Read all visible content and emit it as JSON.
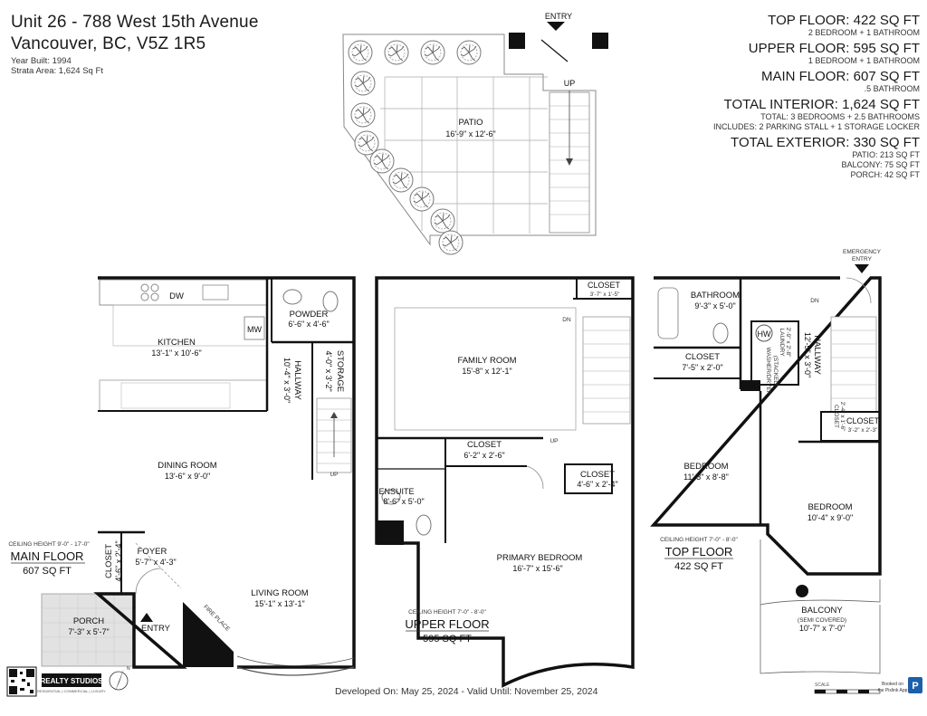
{
  "header": {
    "address_line1": "Unit 26 - 788 West 15th Avenue",
    "address_line2": "Vancouver, BC, V5Z 1R5",
    "year_built": "Year Built: 1994",
    "strata_area": "Strata Area: 1,624 Sq Ft"
  },
  "summary": {
    "top_floor": "TOP FLOOR: 422 SQ FT",
    "top_floor_sub": "2 BEDROOM + 1 BATHROOM",
    "upper_floor": "UPPER FLOOR: 595 SQ FT",
    "upper_floor_sub": "1 BEDROOM + 1 BATHROOM",
    "main_floor": "MAIN FLOOR: 607 SQ FT",
    "main_floor_sub": ".5 BATHROOM",
    "total_interior": "TOTAL INTERIOR: 1,624 SQ FT",
    "total_interior_sub1": "TOTAL: 3 BEDROOMS + 2.5 BATHROOMS",
    "total_interior_sub2": "INCLUDES: 2 PARKING STALL + 1 STORAGE LOCKER",
    "total_exterior": "TOTAL EXTERIOR: 330 SQ FT",
    "patio_sq": "PATIO: 213 SQ FT",
    "balcony_sq": "BALCONY: 75 SQ FT",
    "porch_sq": "PORCH: 42 SQ FT"
  },
  "patio_plan": {
    "entry": "ENTRY",
    "up": "UP",
    "patio_name": "PATIO",
    "patio_dim": "16'-9\" x 12'-6\""
  },
  "main_floor": {
    "kitchen": "KITCHEN",
    "kitchen_dim": "13'-1\" x 10'-6\"",
    "dw": "DW",
    "mw": "MW",
    "powder": "POWDER",
    "powder_dim": "6'-6\" x 4'-6\"",
    "storage": "STORAGE",
    "storage_dim": "4'-0\" x 3'-2\"",
    "hallway": "HALLWAY",
    "hallway_dim": "10'-4\" x 3'-0\"",
    "dining": "DINING ROOM",
    "dining_dim": "13'-6\" x 9'-0\"",
    "closet": "CLOSET",
    "closet_dim": "4'-6\" x 2'-4\"",
    "foyer": "FOYER",
    "foyer_dim": "5'-7\" x 4'-3\"",
    "living": "LIVING ROOM",
    "living_dim": "15'-1\" x 13'-1\"",
    "porch": "PORCH",
    "porch_dim": "7'-3\" x 5'-7\"",
    "entry": "ENTRY",
    "fireplace": "FIRE PLACE",
    "up": "UP",
    "ceiling": "CEILING HEIGHT 9'-0\" - 17'-0\"",
    "floor_name": "MAIN FLOOR",
    "floor_sq": "607 SQ FT"
  },
  "upper_floor": {
    "closet_a": "CLOSET",
    "closet_a_dim": "3'-7\" x 1'-5\"",
    "family": "FAMILY ROOM",
    "family_dim": "15'-8\" x 12'-1\"",
    "dn": "DN",
    "up": "UP",
    "closet_b": "CLOSET",
    "closet_b_dim": "6'-2\" x 2'-6\"",
    "closet_c": "CLOSET",
    "closet_c_dim": "4'-6\" x 2'-4\"",
    "ensuite": "ENSUITE",
    "ensuite_dim": "8'-6\" x 5'-0\"",
    "primary": "PRIMARY BEDROOM",
    "primary_dim": "16'-7\" x 15'-6\"",
    "ceiling": "CEILING HEIGHT 7'-0\" - 8'-0\"",
    "floor_name": "UPPER FLOOR",
    "floor_sq": "595 SQ FT"
  },
  "top_floor": {
    "emergency": "EMERGENCY",
    "entry": "ENTRY",
    "bathroom": "BATHROOM",
    "bathroom_dim": "9'-3\" x 5'-0\"",
    "dn": "DN",
    "hw": "HW",
    "laundry": "LAUNDRY",
    "laundry_dim": "2'-9\" x 2'-8\"",
    "washer": "WASHER/DRYER",
    "stacked": "(STACKED)",
    "hallway": "HALLWAY",
    "hallway_dim": "12'-5\" x 3'-0\"",
    "closet_a": "CLOSET",
    "closet_a_dim": "7'-5\" x 2'-0\"",
    "closet_b": "CLOSET",
    "closet_b_dim": "3'-2\" x 2'-3\"",
    "closet_c": "CLOSET",
    "closet_c_dim": "2'-4\" x 1'-6\"",
    "bed1": "BEDROOM",
    "bed1_dim": "11'-3\" x 8'-8\"",
    "bed2": "BEDROOM",
    "bed2_dim": "10'-4\" x 9'-0\"",
    "balcony": "BALCONY",
    "balcony_sub": "(SEMI COVERED)",
    "balcony_dim": "10'-7\" x 7'-0\"",
    "ceiling": "CEILING HEIGHT 7'-0\" - 8'-0\"",
    "floor_name": "TOP FLOOR",
    "floor_sq": "422 SQ FT"
  },
  "footer": {
    "developed": "Developed On: May 25, 2024 - Valid Until: November 25, 2024",
    "brand": "REALTY STUDIOS",
    "brand_sub": "RESIDENTIAL | COMMERCIAL | LUXURY",
    "north": "N",
    "scale": "SCALE",
    "booked": "Booked on",
    "booked_sub": "the Pixlink App",
    "app_letter": "P"
  },
  "colors": {
    "wall": "#111111",
    "hatch": "#d9d9d9",
    "tree": "#888888",
    "accent": "#1d5fa8"
  },
  "icons": [
    "qr-code-icon",
    "north-arrow-icon",
    "tree-icon",
    "app-logo-icon"
  ]
}
